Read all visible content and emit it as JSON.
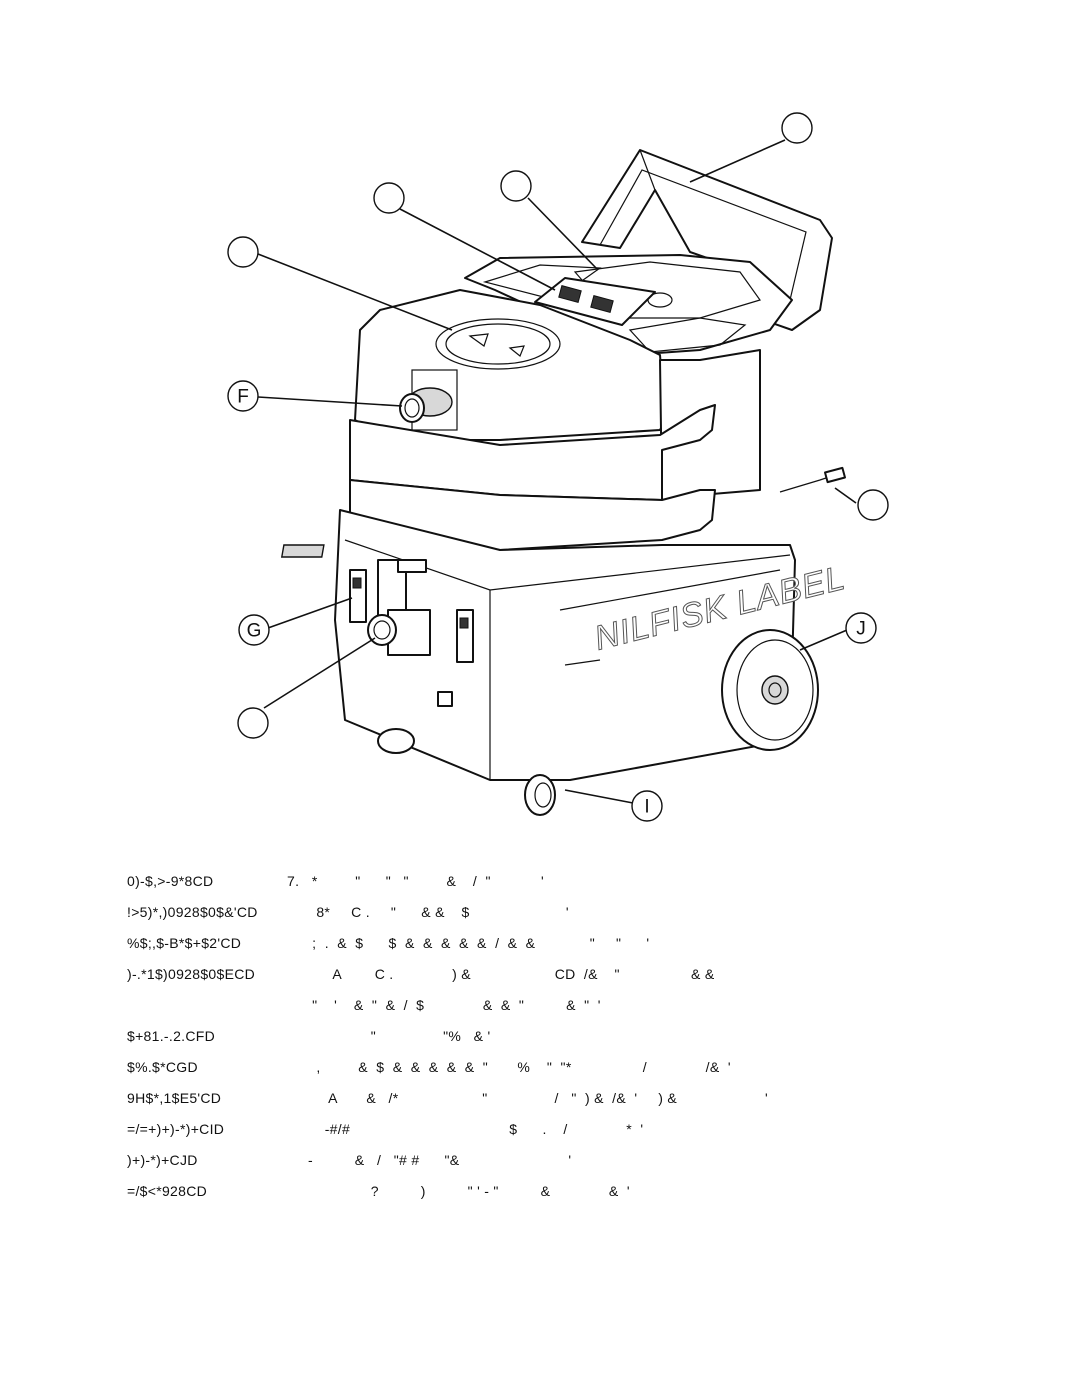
{
  "diagram": {
    "callouts": {
      "a": "",
      "b": "",
      "c": "",
      "d": "",
      "f": "F",
      "g": "G",
      "h": "",
      "i": "I",
      "j": "J",
      "k": ""
    },
    "side_label": "NILFISK LABEL"
  },
  "legend": {
    "rows": [
      {
        "key": "0)-$,>-9*8CD",
        "text": "7.   *         \"      \"   \"         &    /  \"            '"
      },
      {
        "key": "!>5)*,)0928$0$&'CD",
        "text": "       8*     C .     \"      & &    $                       '"
      },
      {
        "key": "%$;,$-B*$+$2'CD",
        "text": "      ;  .  &  $      $  &  &  &  &  &  /  &  &             \"     \"      '"
      },
      {
        "key": ")-.*1$)0928$0$ECD",
        "text": "           A        C .              ) &                    CD  /&    \"                 & &"
      },
      {
        "key": "",
        "text": "      \"    '    &  \"  &  /  $              &  &  \"          &  \"  '"
      },
      {
        "key": "$+81.-.2.CFD",
        "text": "                    \"                \"%   & '"
      },
      {
        "key": "$%.$*CGD",
        "text": "       ,         &  $  &  &  &  &  &  \"       %    \"  \"*                 /              /&  '"
      },
      {
        "key": "9H$*,1$E5'CD",
        "text": "          A       &   /*                    \"                /   \"  ) &  /&  '     ) &                     '"
      },
      {
        "key": "=/=+)+)-*)+CID",
        "text": "         -#/#                                      $      .    /              *  '"
      },
      {
        "key": ")+)-*)+CJD",
        "text": "     -          &   /   \"# #      \"&                          '"
      },
      {
        "key": "=/$<*928CD",
        "text": "                    ?          )          \" ' - \"          &              &  '"
      }
    ]
  }
}
